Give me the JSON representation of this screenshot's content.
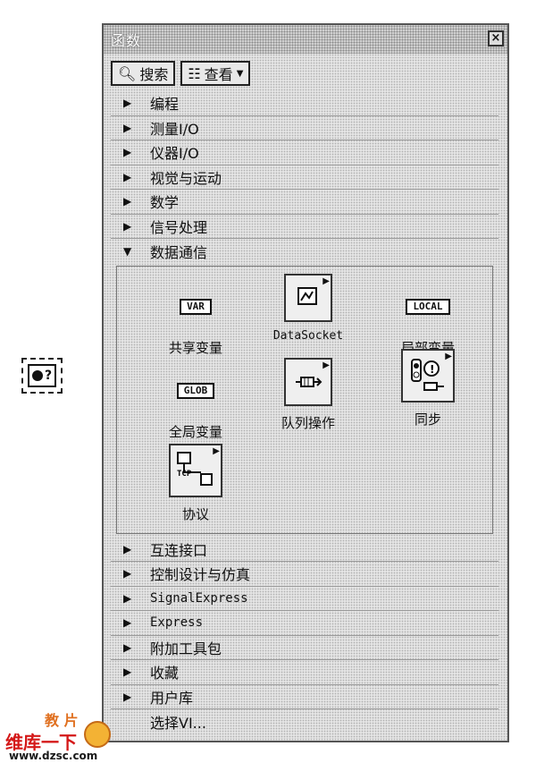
{
  "window": {
    "title": "函数"
  },
  "toolbar": {
    "search_label": "搜索",
    "view_label": "查看"
  },
  "categories_top": [
    "编程",
    "测量I/O",
    "仪器I/O",
    "视觉与运动",
    "数学",
    "信号处理"
  ],
  "expanded": {
    "label": "数据通信",
    "items": [
      {
        "caption": "共享变量",
        "icon_text": "VAR"
      },
      {
        "caption": "DataSocket"
      },
      {
        "caption": "局部变量",
        "icon_text": "LOCAL"
      },
      {
        "caption": "全局变量",
        "icon_text": "GLOB"
      },
      {
        "caption": "队列操作"
      },
      {
        "caption": "同步"
      },
      {
        "caption": "协议",
        "icon_text": "TCP"
      }
    ]
  },
  "categories_bottom": [
    "互连接口",
    "控制设计与仿真",
    "SignalExpress",
    "Express",
    "附加工具包",
    "收藏",
    "用户库"
  ],
  "footer": {
    "label": "选择VI..."
  },
  "help_icon": {
    "text": "?"
  },
  "watermark": {
    "line1": "教 片",
    "line2": "维库一下",
    "url": "www.dzsc.com"
  },
  "colors": {
    "watermark_red": "#d41818",
    "watermark_orange": "#e07020"
  }
}
